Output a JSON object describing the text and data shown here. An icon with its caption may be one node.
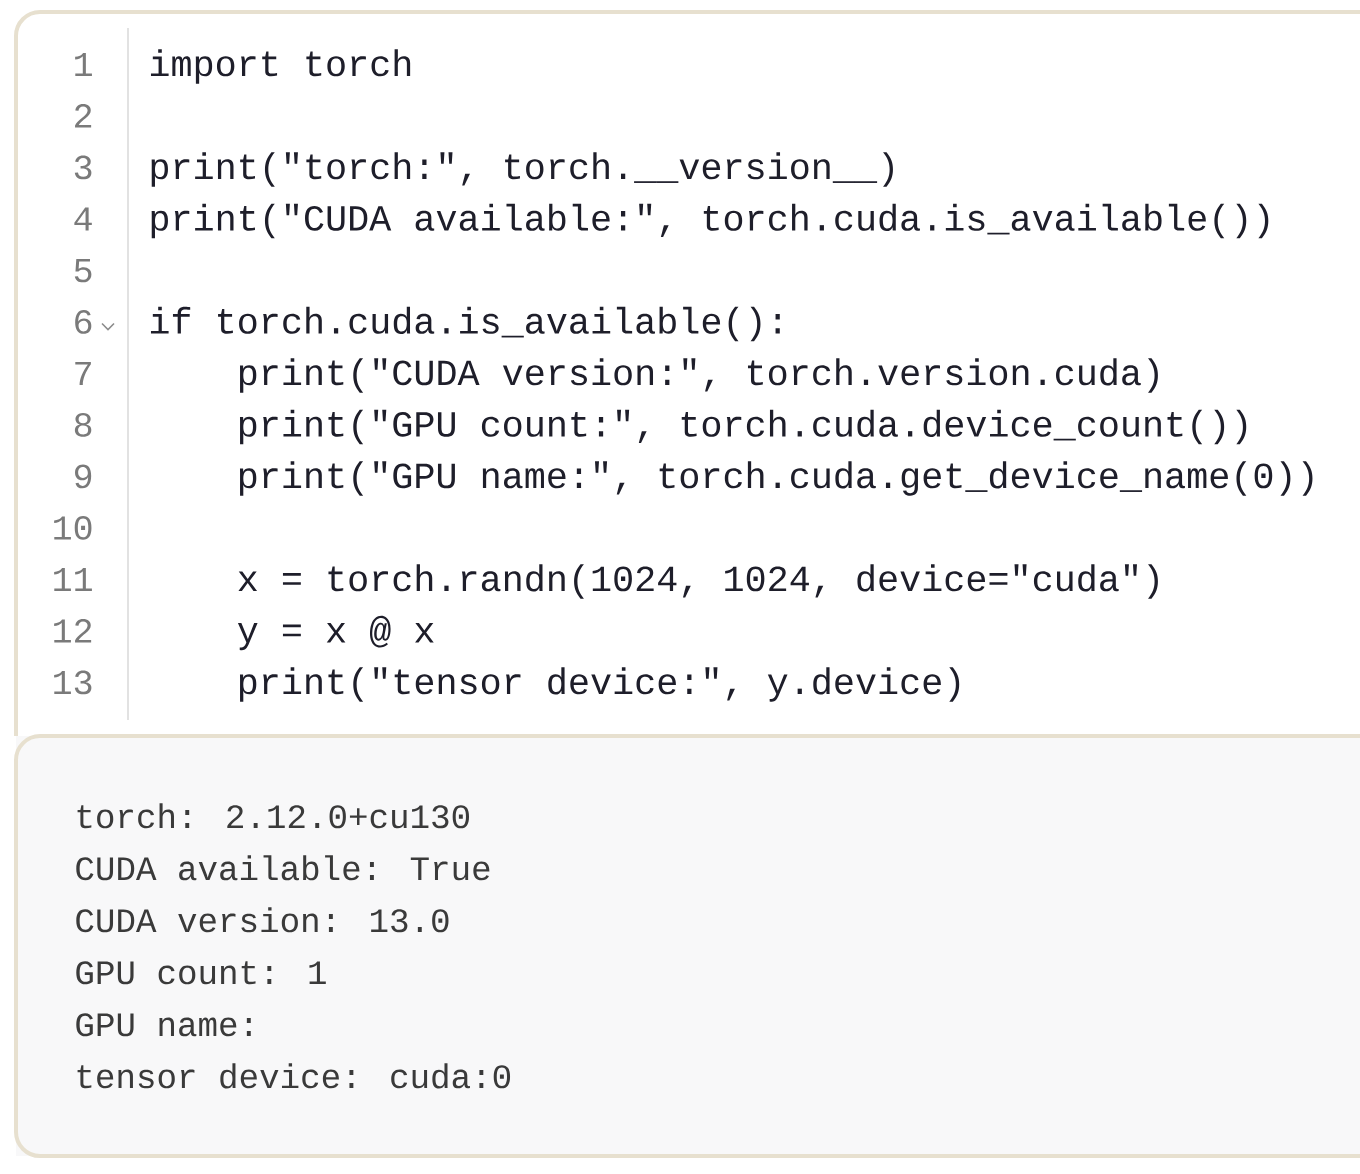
{
  "diagram": {
    "nodes": [
      {
        "text": [
          "import torch",
          "print(\"torch:\", torch.__version__)",
          "print(\"CUDA available:\", torch.cuda.is_available())",
          "if torch.cuda.is_available():",
          "print(\"CUDA version:\", torch.version.cuda)",
          "print(\"GPU count:\", torch.cuda.device_count())",
          "print(\"GPU name:\", torch.cuda.get_device_name(0))",
          "x = torch.randn(1024, 1024, device=\"cuda\")",
          "y = x @ x",
          "print(\"tensor device:\", y.device)"
        ]
      },
      {
        "text": [
          "torch: 2.12.0+cu130",
          "CUDA available: True",
          "CUDA version: 13.0",
          "GPU count: 1",
          "GPU name:",
          "tensor device: cuda:0"
        ]
      }
    ],
    "labels": [
      "1",
      "2",
      "3",
      "4",
      "5",
      "6",
      "7",
      "8",
      "9",
      "10",
      "11",
      "12",
      "13"
    ]
  }
}
